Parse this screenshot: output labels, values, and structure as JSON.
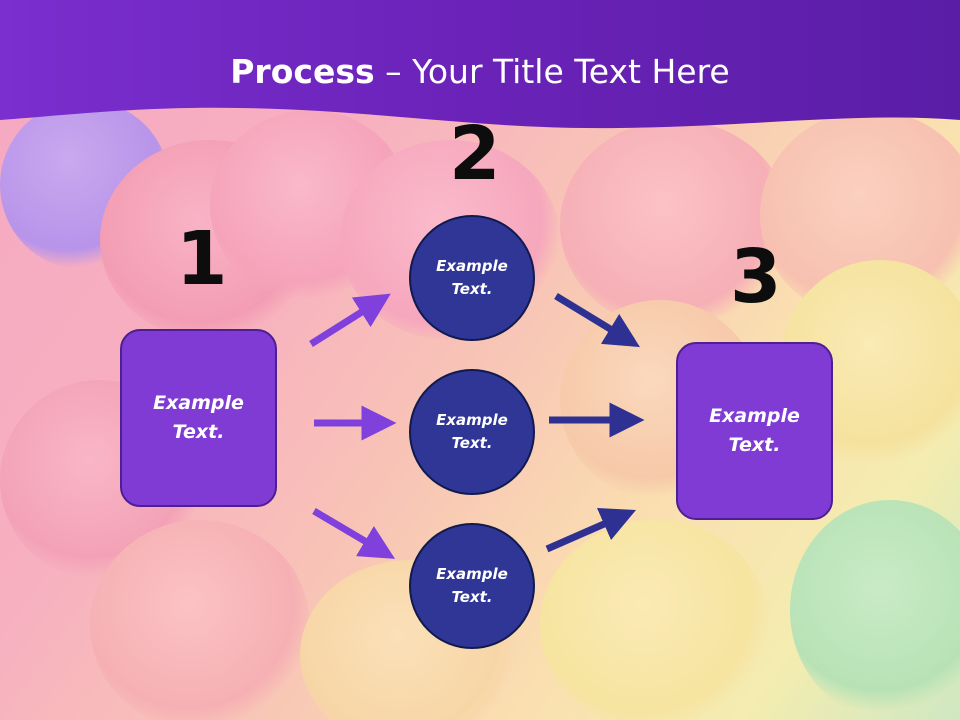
{
  "slide": {
    "title_bold": "Process",
    "title_rest": " – Your Title Text Here",
    "colors": {
      "header": "#6a22b8",
      "box_fill": "#7f3bd4",
      "circle_fill": "#2f3695",
      "left_arrow": "#8040dc",
      "right_arrow": "#2e3192"
    }
  },
  "steps": [
    {
      "number": "1",
      "text": "Example\nText."
    },
    {
      "number": "2",
      "text": ""
    },
    {
      "number": "3",
      "text": "Example\nText."
    }
  ],
  "circles": [
    {
      "text": "Example\nText."
    },
    {
      "text": "Example\nText."
    },
    {
      "text": "Example\nText."
    }
  ]
}
